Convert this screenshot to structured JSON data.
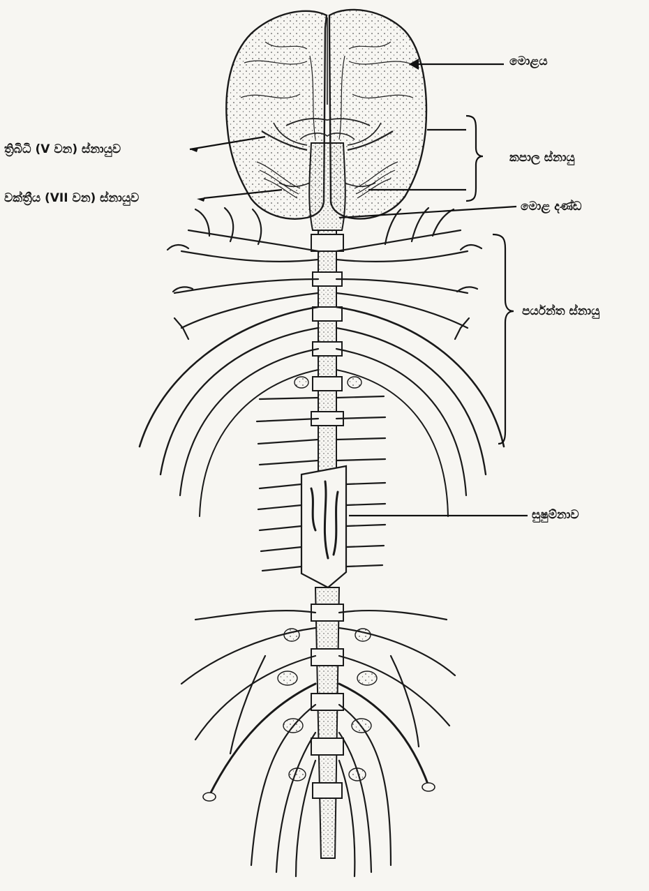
{
  "labels": {
    "brain": "මොළය",
    "trigeminal": "ත්‍රිබිධි (V වන) ස්නායුව",
    "facial": "වක්ත්‍රීය (VII වන) ස්නායුව",
    "cranial_nerves": "කපාල ස්නායු",
    "brain_stem": "මොළ දණ්ඩ",
    "peripheral_nerves": "පර්යන්ත ස්නායු",
    "spinal_cord": "සුෂුම්නාව"
  },
  "colors": {
    "ink": "#1a1a1a",
    "paper": "#f7f6f2",
    "stipple": "#555555"
  }
}
